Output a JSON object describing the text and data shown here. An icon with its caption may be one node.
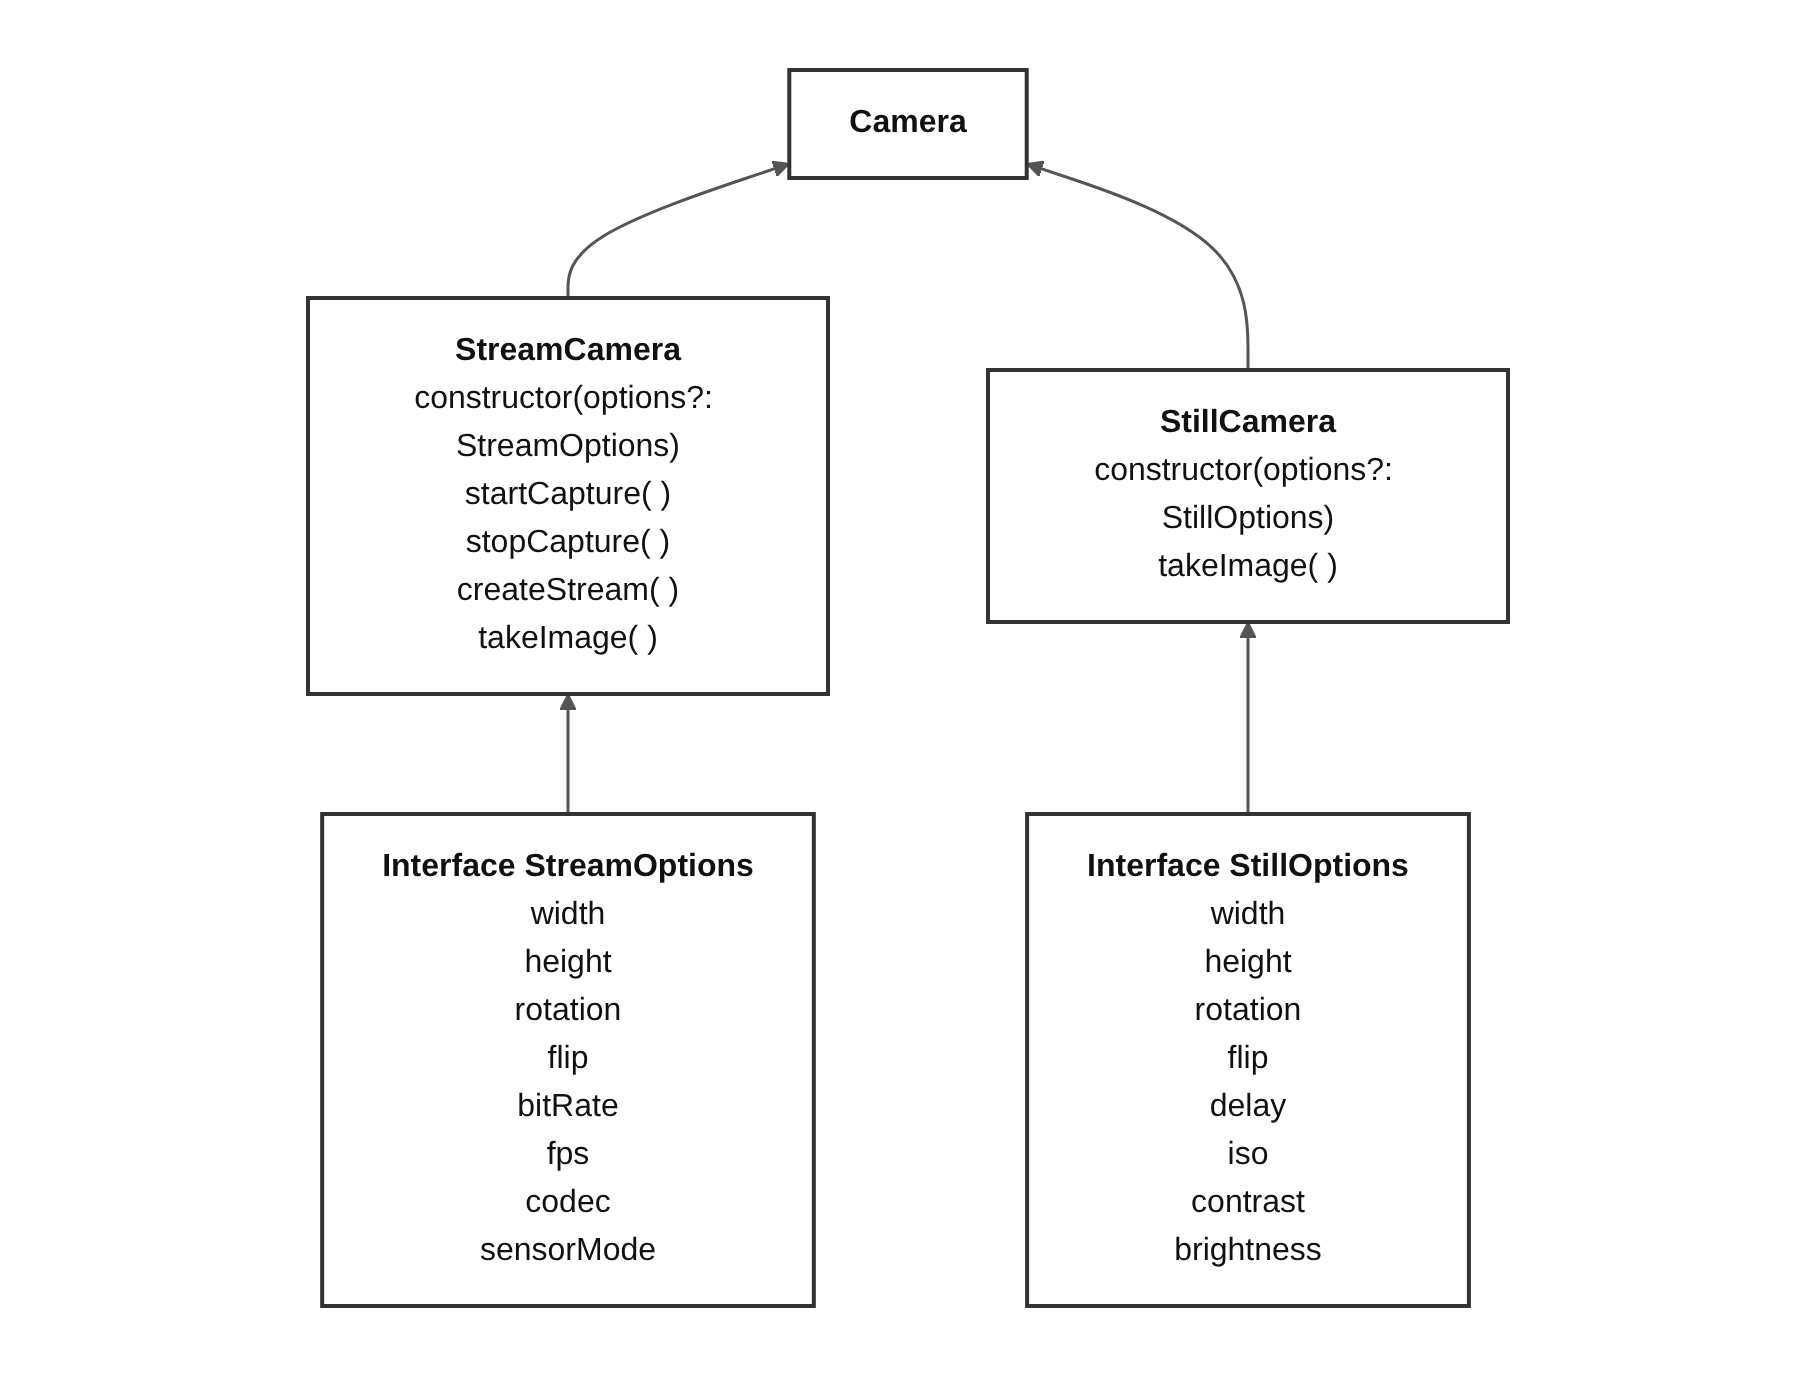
{
  "diagram": {
    "nodes": [
      {
        "text": [
          "Camera"
        ]
      },
      {
        "text": [
          "StreamCamera",
          "constructor(options?: StreamOptions)",
          "startCapture( )",
          "stopCapture( )",
          "createStream( )",
          "takeImage( )"
        ]
      },
      {
        "text": [
          "StillCamera",
          "constructor(options?: StillOptions)",
          "takeImage( )"
        ]
      },
      {
        "text": [
          "Interface StreamOptions",
          "width",
          "height",
          "rotation",
          "flip",
          "bitRate",
          "fps",
          "codec",
          "sensorMode"
        ]
      },
      {
        "text": [
          "Interface StillOptions",
          "width",
          "height",
          "rotation",
          "flip",
          "delay",
          "iso",
          "contrast",
          "brightness"
        ]
      }
    ],
    "edges": [
      {
        "from": 1,
        "to": 0,
        "arrow": "to"
      },
      {
        "from": 2,
        "to": 0,
        "arrow": "to"
      },
      {
        "from": 3,
        "to": 1,
        "arrow": "to"
      },
      {
        "from": 4,
        "to": 2,
        "arrow": "to"
      }
    ]
  }
}
